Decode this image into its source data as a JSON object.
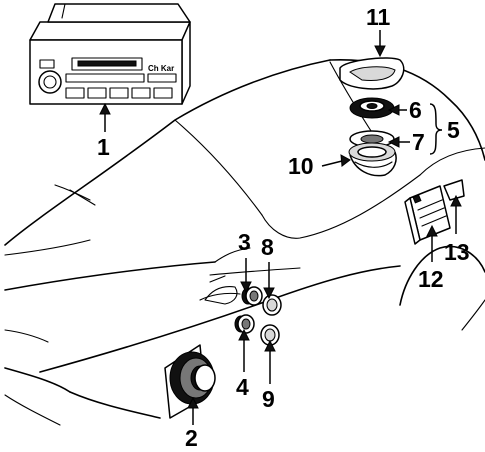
{
  "callouts": {
    "c1": "1",
    "c2": "2",
    "c3": "3",
    "c4": "4",
    "c5": "5",
    "c6": "6",
    "c7": "7",
    "c8": "8",
    "c9": "9",
    "c10": "10",
    "c11": "11",
    "c12": "12",
    "c13": "13"
  },
  "radio": {
    "display_text": "Ch Kar"
  }
}
